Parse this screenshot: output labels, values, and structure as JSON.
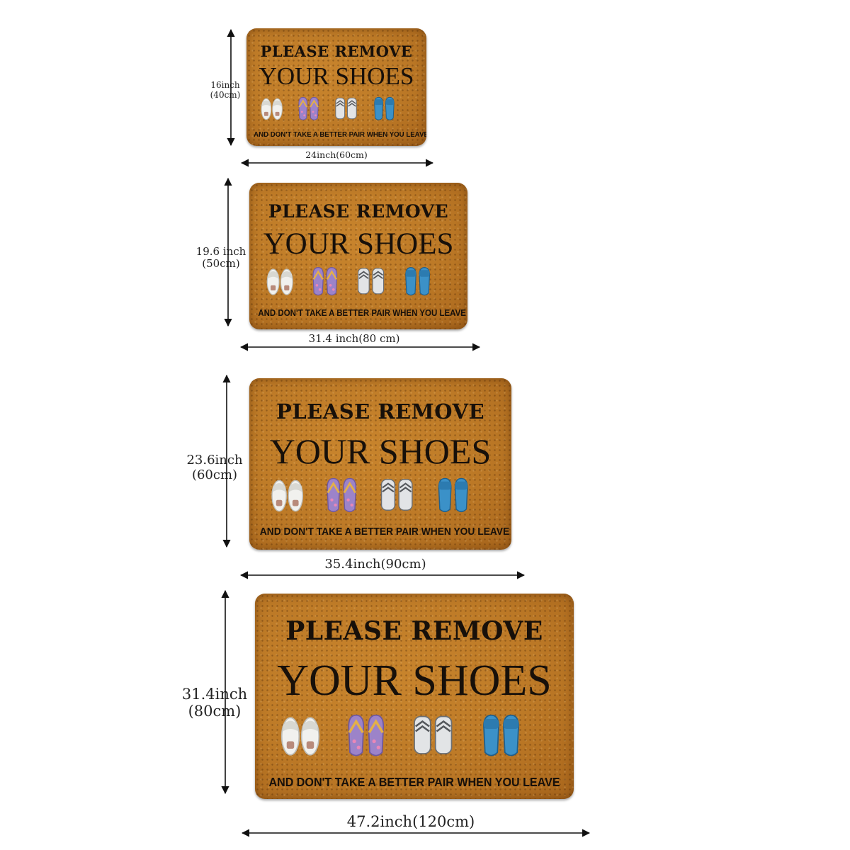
{
  "mat_text": {
    "line1": "PLEASE REMOVE",
    "line2": "YOUR SHOES",
    "line3": "AND DON'T TAKE A BETTER PAIR WHEN YOU LEAVE"
  },
  "colors": {
    "mat": "#bd7a27",
    "text": "#17100a",
    "slipper_white": "#f1f1ee",
    "flipflop_purple": "#9c83c9",
    "flipflop_strap": "#e3b04a",
    "sandal_gray": "#e2e4e6",
    "slide_blue": "#3b91c8"
  },
  "icons": [
    "white-slippers-icon",
    "purple-flip-flops-icon",
    "gray-chevron-sandals-icon",
    "blue-slides-icon"
  ],
  "sizes": [
    {
      "height": "16inch",
      "height_cm": "(40cm)",
      "width": "24inch(60cm)"
    },
    {
      "height": "19.6 inch",
      "height_cm": "(50cm)",
      "width": "31.4 inch(80 cm)"
    },
    {
      "height": "23.6inch",
      "height_cm": "(60cm)",
      "width": "35.4inch(90cm)"
    },
    {
      "height": "31.4inch",
      "height_cm": "(80cm)",
      "width": "47.2inch(120cm)"
    }
  ]
}
